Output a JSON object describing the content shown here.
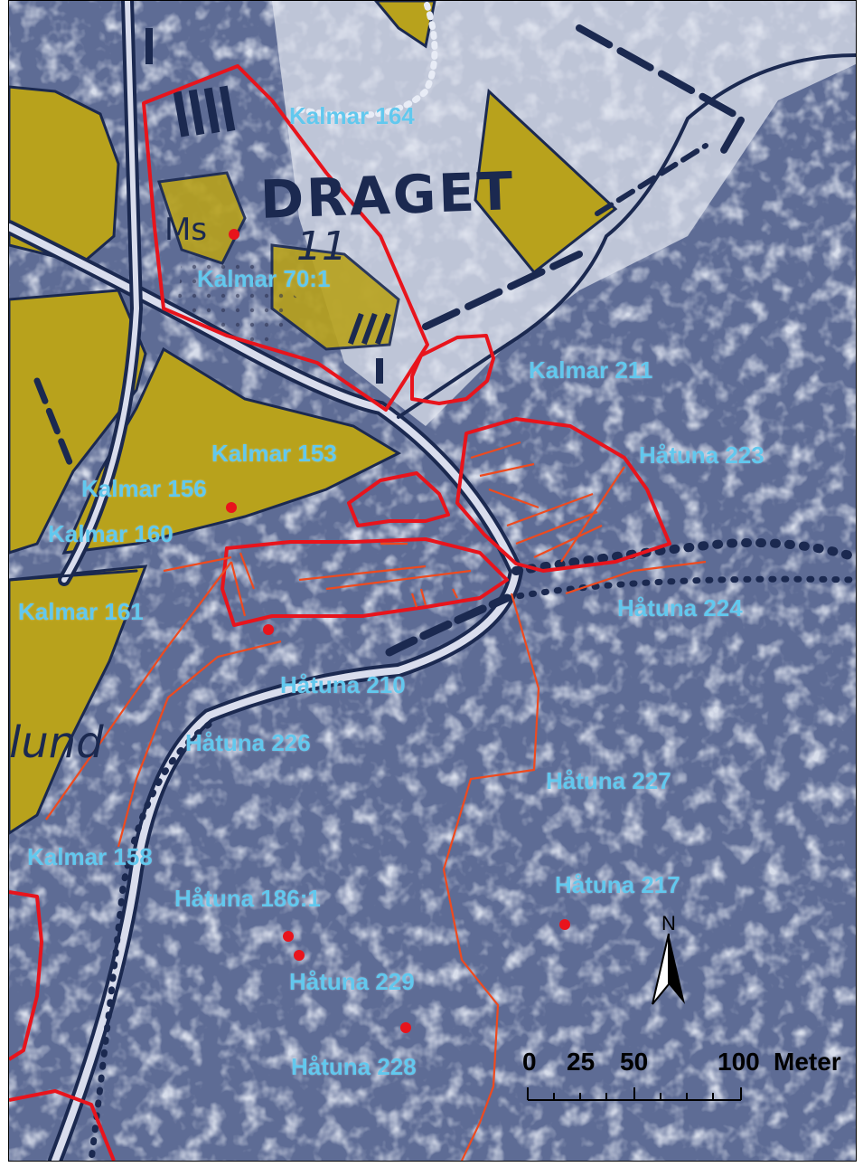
{
  "map": {
    "base_text": {
      "place_name": "DRAGET",
      "msp": "Ms",
      "number": "11",
      "lund": "lund"
    },
    "labels": [
      {
        "id": "kalmar-164",
        "text": "Kalmar 164"
      },
      {
        "id": "kalmar-70-1",
        "text": "Kalmar 70:1"
      },
      {
        "id": "kalmar-211",
        "text": "Kalmar 211"
      },
      {
        "id": "kalmar-153",
        "text": "Kalmar 153"
      },
      {
        "id": "hatuna-223",
        "text": "Håtuna 223"
      },
      {
        "id": "kalmar-156",
        "text": "Kalmar 156"
      },
      {
        "id": "kalmar-160",
        "text": "Kalmar 160"
      },
      {
        "id": "kalmar-161",
        "text": "Kalmar 161"
      },
      {
        "id": "hatuna-224",
        "text": "Håtuna 224"
      },
      {
        "id": "hatuna-210",
        "text": "Håtuna 210"
      },
      {
        "id": "hatuna-226",
        "text": "Håtuna 226"
      },
      {
        "id": "hatuna-227",
        "text": "Håtuna 227"
      },
      {
        "id": "kalmar-158",
        "text": "Kalmar 158"
      },
      {
        "id": "hatuna-186-1",
        "text": "Håtuna 186:1"
      },
      {
        "id": "hatuna-217",
        "text": "Håtuna 217"
      },
      {
        "id": "hatuna-229",
        "text": "Håtuna 229"
      },
      {
        "id": "hatuna-228",
        "text": "Håtuna 228"
      }
    ],
    "colors": {
      "label": "#62c8ee",
      "boundary": "#e8141c",
      "line": "#ef4a1e",
      "point": "#e8141c",
      "field": "#b8a21c",
      "terrain": "#5e6c95"
    },
    "north_arrow": {
      "label": "N",
      "icon": "north-arrow-icon"
    },
    "scale_bar": {
      "ticks": [
        "0",
        "25",
        "50",
        "100"
      ],
      "unit": "Meter"
    }
  }
}
